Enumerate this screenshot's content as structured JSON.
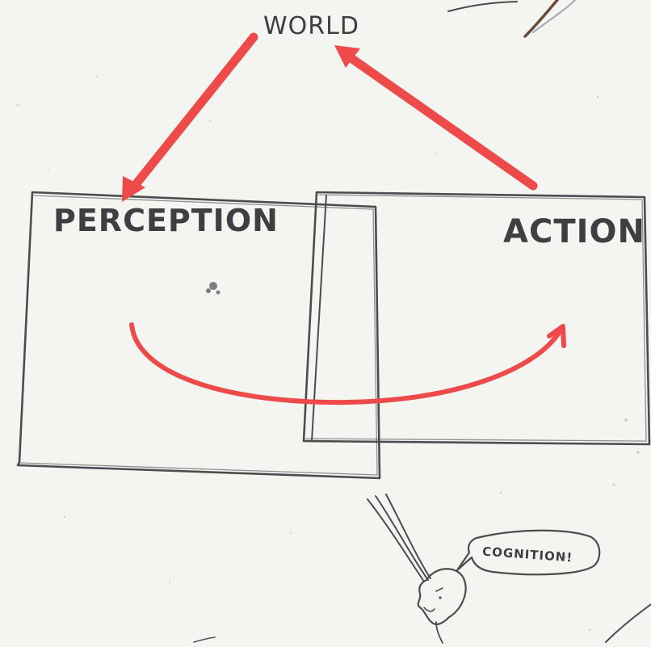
{
  "diagram": {
    "nodes": {
      "world": "WORLD",
      "perception": "PERCEPTION",
      "action": "ACTION",
      "speech": "COGNITION!"
    },
    "edges": [
      {
        "from": "world",
        "to": "perception"
      },
      {
        "from": "action",
        "to": "world"
      },
      {
        "from": "perception",
        "to": "action"
      }
    ],
    "colors": {
      "arrow": "#ef4a4a",
      "pencil": "#4a4d50",
      "paper": "#f4f4f1"
    }
  }
}
